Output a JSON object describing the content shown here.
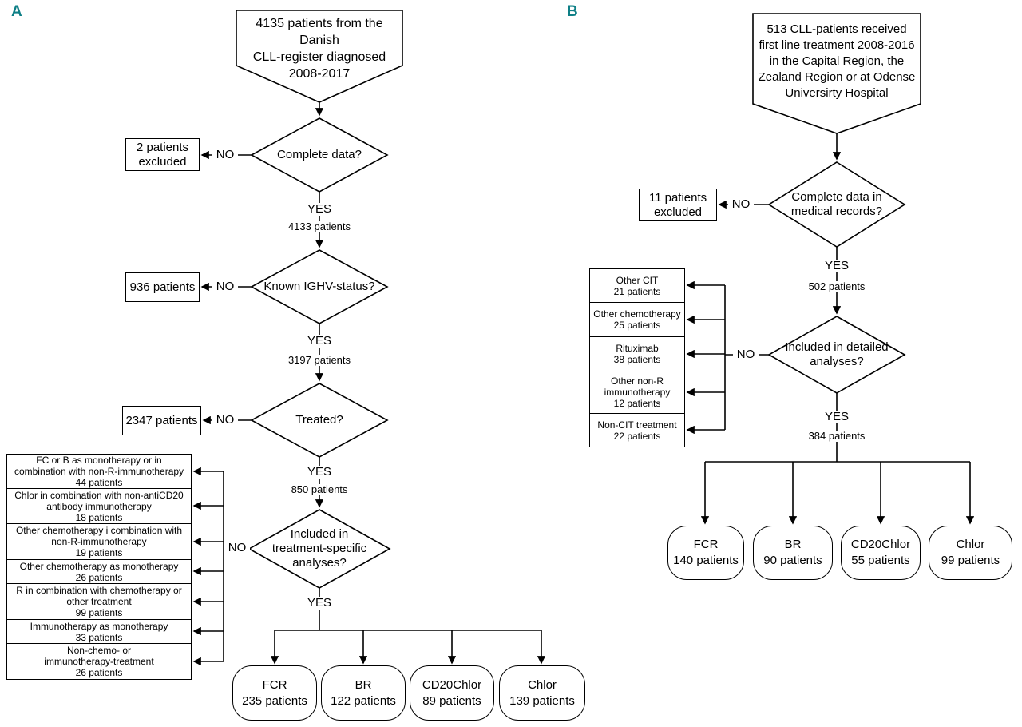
{
  "labels": {
    "yes": "YES",
    "no": "NO"
  },
  "colors": {
    "panel_label_teal": "#0e7f86",
    "line_black": "#000000",
    "background": "#ffffff"
  },
  "panelA": {
    "label": "A",
    "source": "4135 patients from the Danish\nCLL-register diagnosed\n2008-2017",
    "steps": [
      {
        "question": "Complete data?",
        "excluded": "2 patients\nexcluded",
        "count_after": "4133 patients"
      },
      {
        "question": "Known IGHV-status?",
        "excluded": "936 patients",
        "count_after": "3197 patients"
      },
      {
        "question": "Treated?",
        "excluded": "2347 patients",
        "count_after": "850 patients"
      },
      {
        "question": "Included in\ntreatment-specific\nanalyses?"
      }
    ],
    "excluded_treatments": [
      "FC or B as monotherapy or in\ncombination with non-R-immunotherapy\n44 patients",
      "Chlor in combination with non-antiCD20\nantibody immunotherapy\n18 patients",
      "Other chemotherapy i combination with\nnon-R-immunotherapy\n19 patients",
      "Other chemotherapy as monotherapy\n26 patients",
      "R in combination with chemotherapy or\nother treatment\n99 patients",
      "Immunotherapy as monotherapy\n33 patients",
      "Non-chemo- or\nimmunotherapy-treatment\n26 patients"
    ],
    "outcomes": [
      "FCR\n235 patients",
      "BR\n122 patients",
      "CD20Chlor\n89 patients",
      "Chlor\n139 patients"
    ]
  },
  "panelB": {
    "label": "B",
    "source": "513 CLL-patients received\nfirst line treatment 2008-2016\nin the Capital Region, the\nZealand Region or at Odense\nUniversirty Hospital",
    "steps": [
      {
        "question": "Complete data in\nmedical records?",
        "excluded": "11 patients\nexcluded",
        "count_after": "502 patients"
      },
      {
        "question": "Included in detailed\nanalyses?",
        "count_after": "384 patients"
      }
    ],
    "excluded_treatments": [
      "Other CIT\n21 patients",
      "Other chemotherapy\n25 patients",
      "Rituximab\n38 patients",
      "Other non-R\nimmunotherapy\n12 patients",
      "Non-CIT treatment\n22 patients"
    ],
    "outcomes": [
      "FCR\n140 patients",
      "BR\n90 patients",
      "CD20Chlor\n55 patients",
      "Chlor\n99 patients"
    ]
  }
}
